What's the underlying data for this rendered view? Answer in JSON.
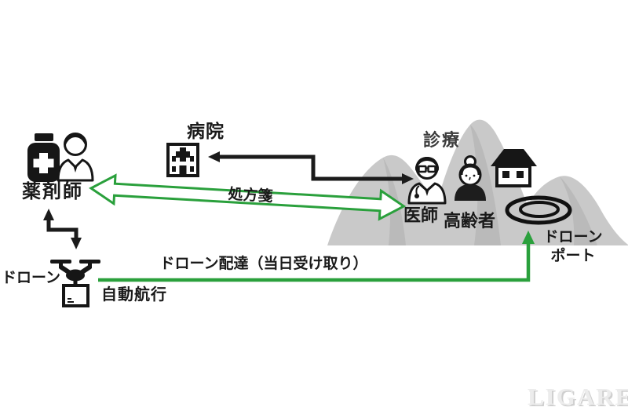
{
  "colors": {
    "green": "#2aa03c",
    "ink": "#1b1b1b",
    "mountain": "#c9c9c9",
    "mountain_shade": "#b7b7b7",
    "watermark_gray": "#ececec"
  },
  "nodes": {
    "hospital": {
      "label": "病院"
    },
    "pharmacist": {
      "label": "薬剤師"
    },
    "doctor": {
      "label": "医師"
    },
    "elderly": {
      "label": "高齢者"
    },
    "consultation": {
      "label": "診療"
    },
    "drone": {
      "label": "ドローン",
      "mode": "自動航行"
    },
    "drone_port": {
      "line1": "ドローン",
      "line2": "ポート"
    }
  },
  "flows": {
    "prescription": {
      "label": "処方箋"
    },
    "delivery": {
      "label": "ドローン配達（当日受け取り）"
    }
  },
  "watermark": "LIGARE"
}
